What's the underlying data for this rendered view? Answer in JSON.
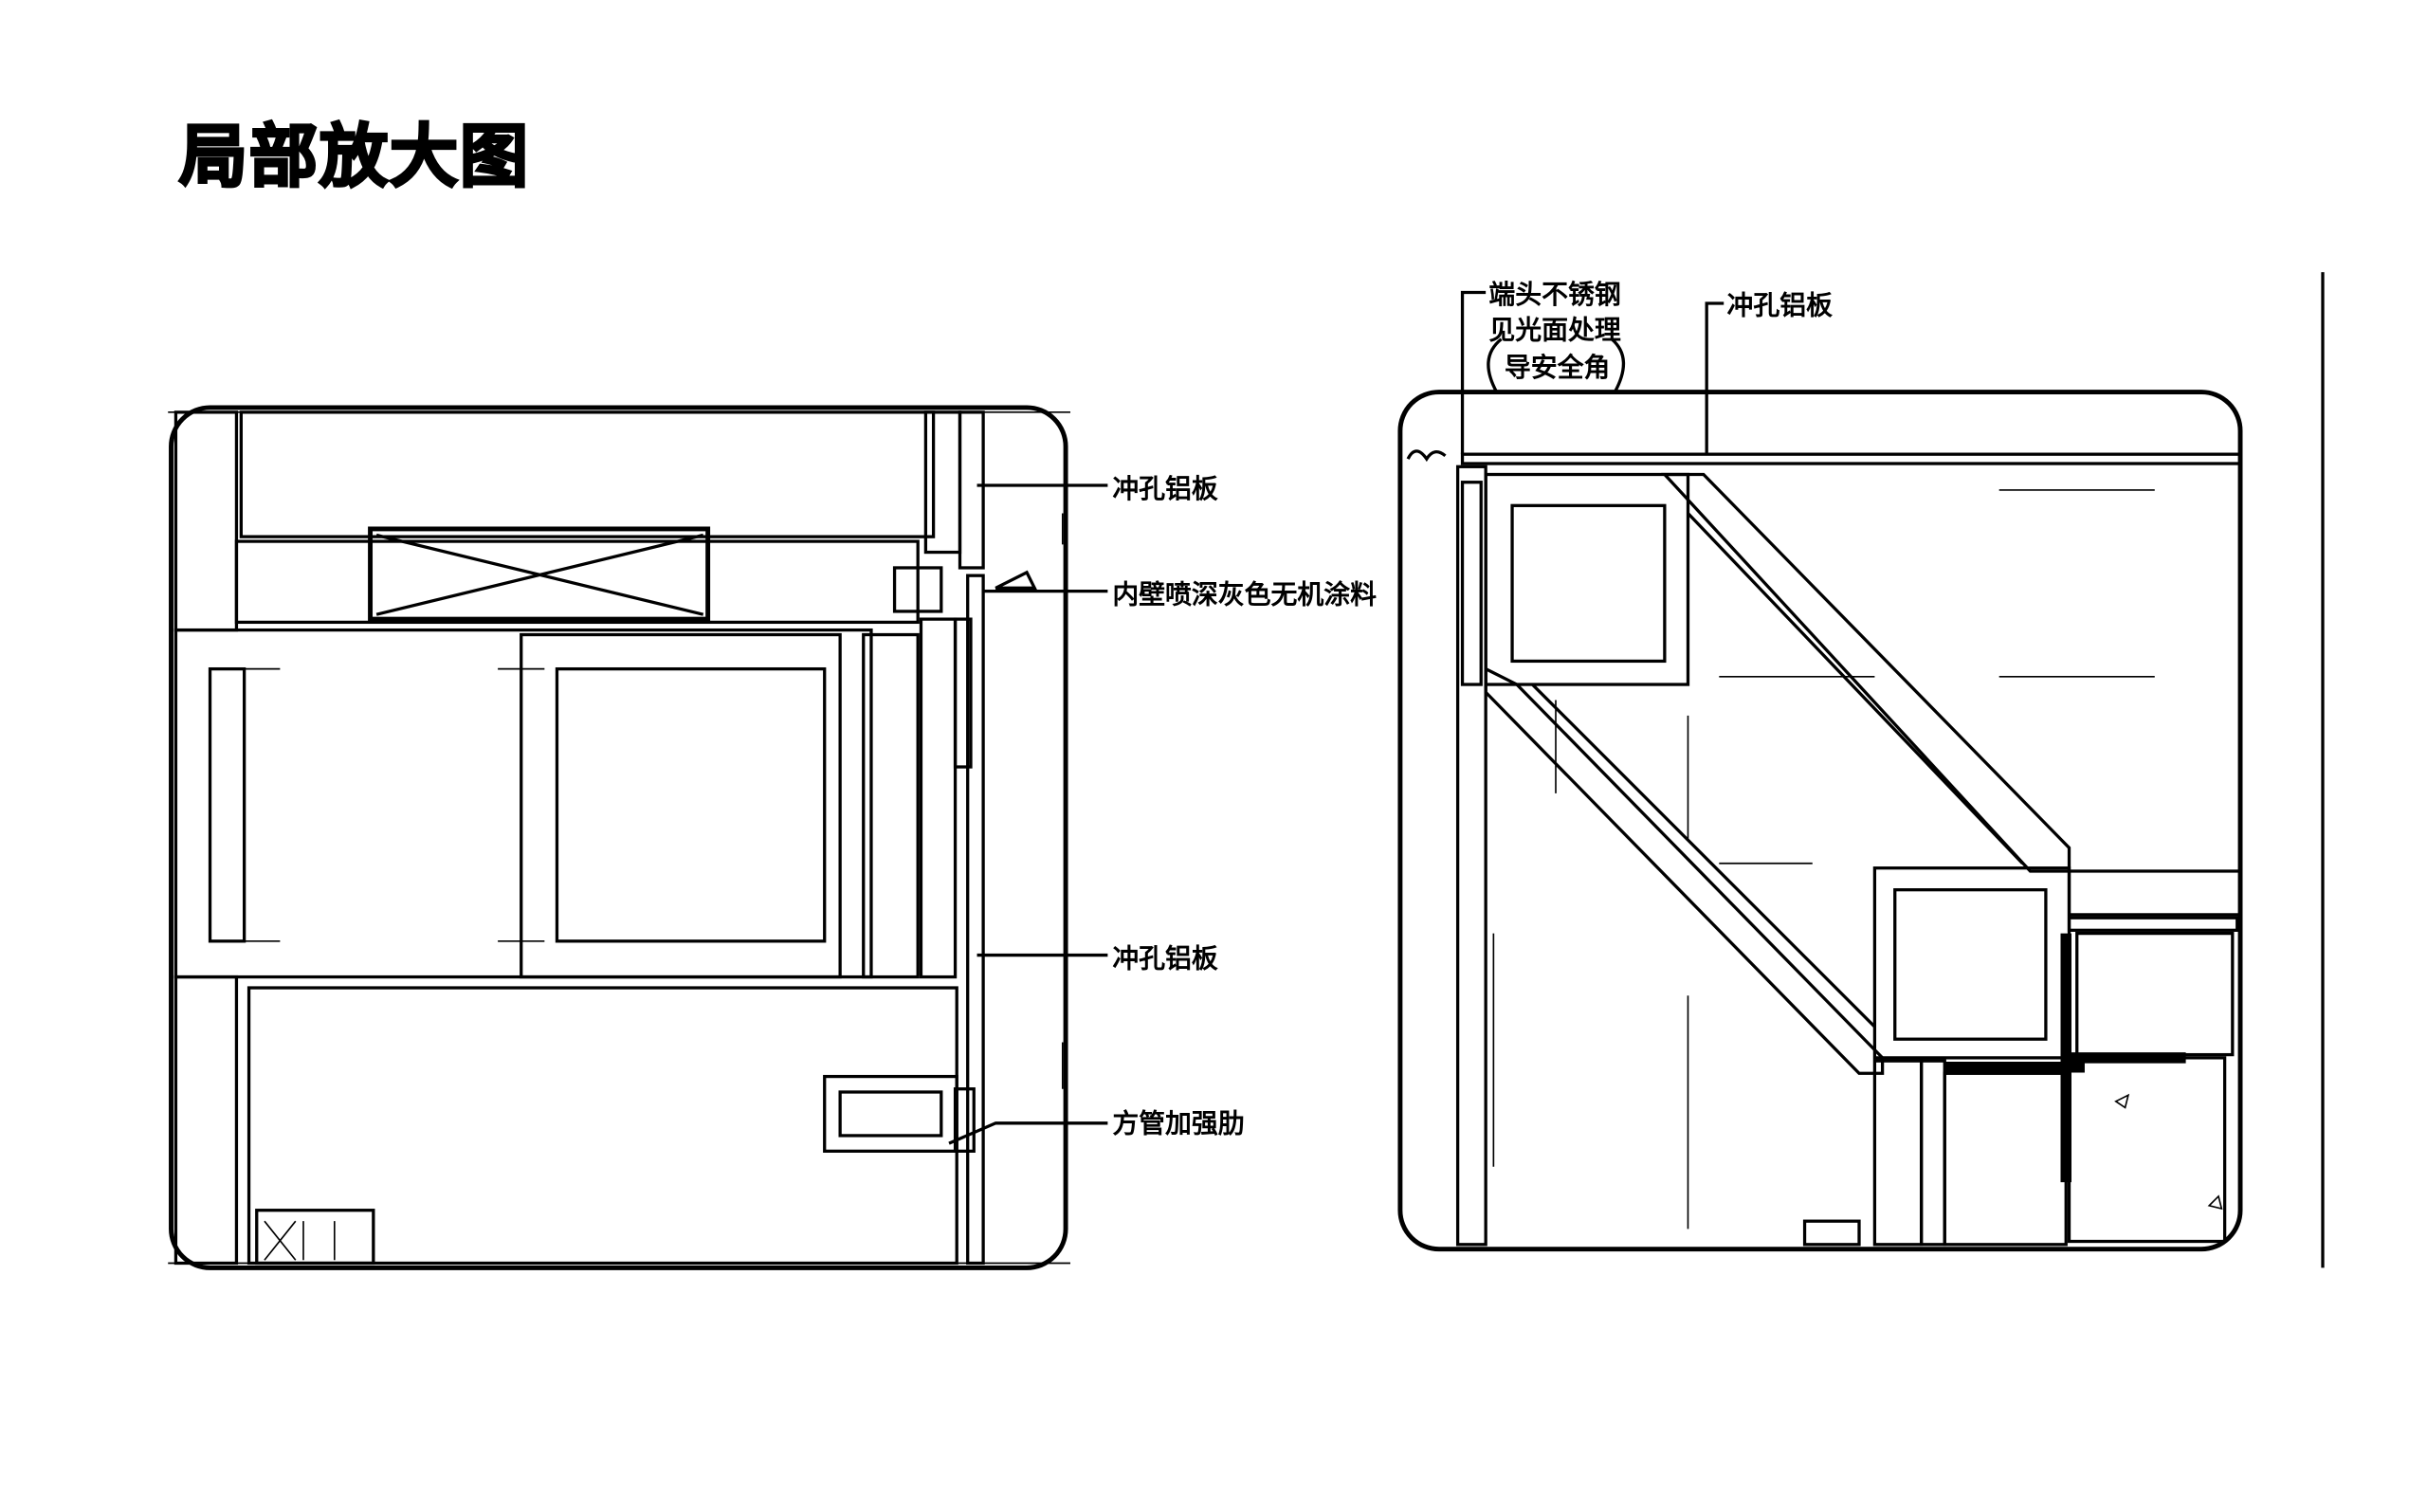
{
  "title": "局部放大图",
  "left_detail": {
    "labels": {
      "perforated_panel_top": "冲孔铝板",
      "inner_coating": "内壁喷深灰色无机涂料",
      "perforated_panel_mid": "冲孔铝板",
      "square_tube_rib": "方管加强肋"
    }
  },
  "right_detail": {
    "labels": {
      "stainless_end_line1": "端头不锈钢",
      "stainless_end_line2": "见光面处理",
      "stainless_end_line3": "导安全角",
      "perforated_panel": "冲孔铝板"
    }
  }
}
